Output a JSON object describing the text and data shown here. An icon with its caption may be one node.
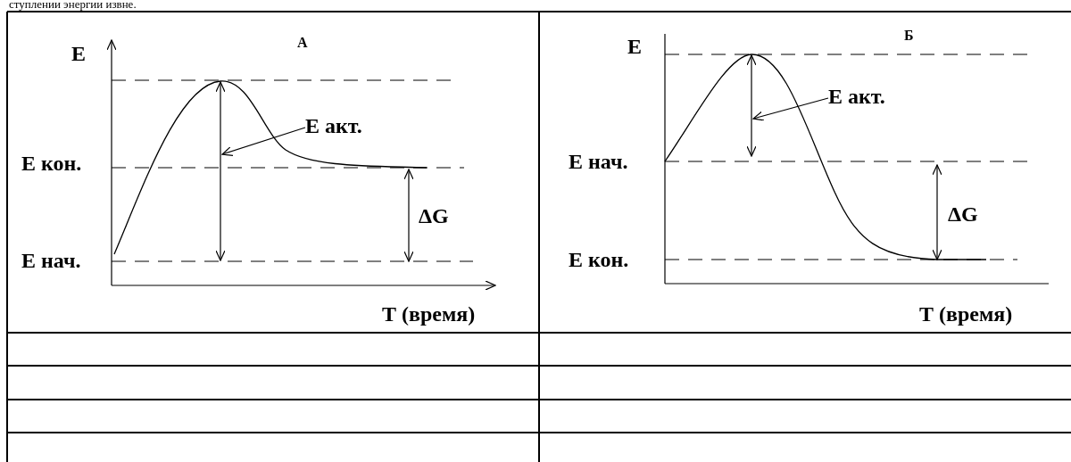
{
  "diagram": {
    "nodes": [
      {
        "text": [
          "Е акт."
        ]
      },
      {
        "text": [
          "Е акт."
        ]
      },
      {
        "text": [],
        "shape": "arrow"
      },
      {
        "text": [],
        "shape": "arrow"
      }
    ],
    "edges": [
      {
        "from": 0,
        "to": 2,
        "arrow": "to"
      },
      {
        "from": 1,
        "to": 3,
        "arrow": "to"
      }
    ],
    "labels": [
      "ступлении энергии извне.",
      "Е",
      "А",
      "Е кон.",
      "Е нач.",
      "ΔG",
      "Т (время)",
      "Е",
      "Б",
      "Е нач.",
      "ΔG",
      "Е кон.",
      "Т (время)"
    ]
  }
}
